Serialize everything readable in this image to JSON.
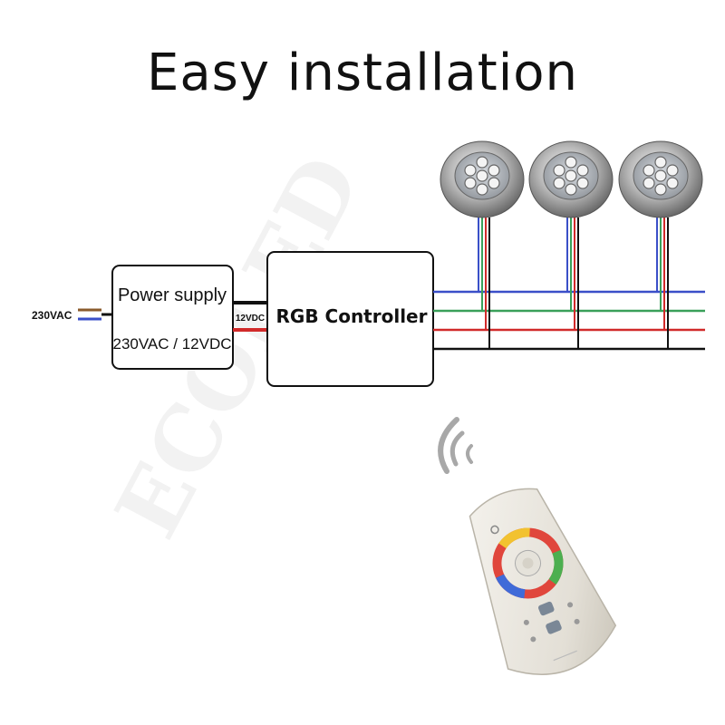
{
  "title": "Easy installation",
  "input_label": "230VAC",
  "power_supply": {
    "name": "Power supply",
    "spec": "230VAC / 12VDC"
  },
  "dc_label": "12VDC",
  "controller": {
    "name": "RGB Controller"
  },
  "watermark": "ECOLED",
  "lights": [
    "led-light",
    "led-light",
    "led-light"
  ],
  "colors": {
    "blue_wire": "#3a4fc8",
    "green_wire": "#3aa05a",
    "red_wire": "#d12a2a",
    "black_wire": "#111111",
    "brown_wire": "#8a5a2b",
    "remote_body": "#e9e6df"
  }
}
